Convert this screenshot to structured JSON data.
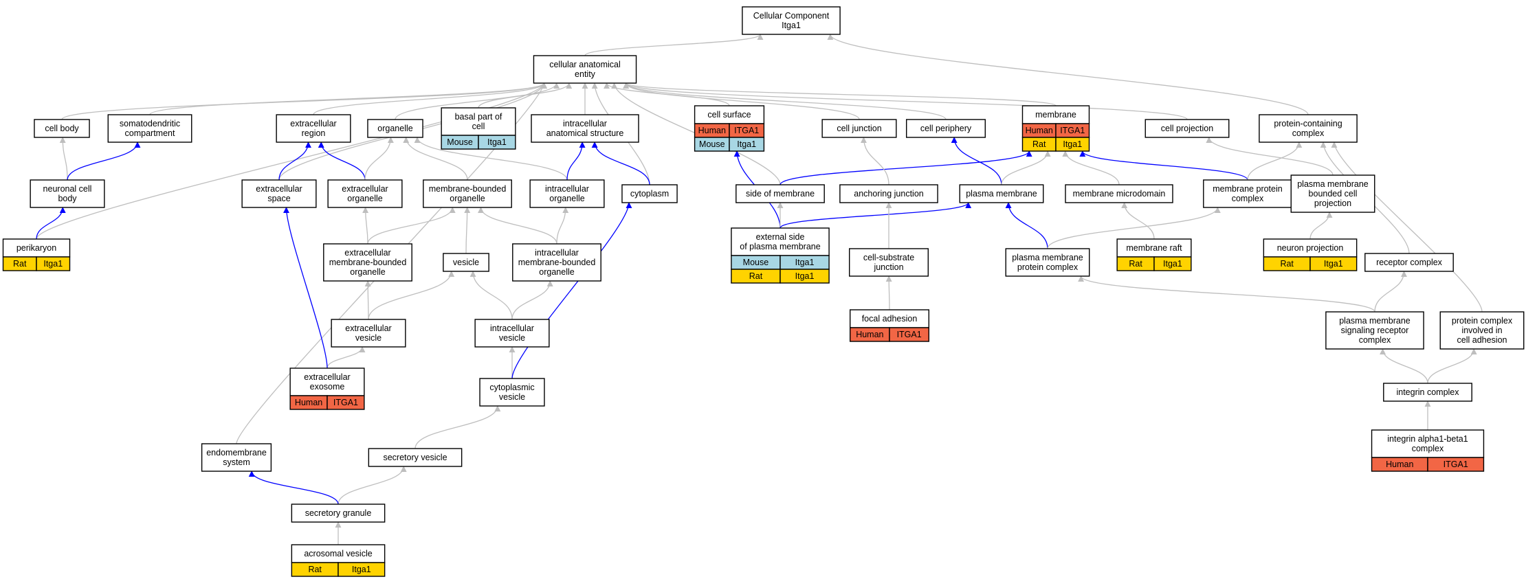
{
  "colors": {
    "Human": "#f26645",
    "Mouse": "#a8d7e4",
    "Rat": "#ffd300",
    "edge_default": "#bebebe",
    "edge_highlight": "#0000ff"
  },
  "nodes": [
    {
      "id": "root",
      "lines": [
        "Cellular Component",
        "Itga1"
      ]
    },
    {
      "id": "cae",
      "lines": [
        "cellular anatomical",
        "entity"
      ]
    },
    {
      "id": "cellbody",
      "lines": [
        "cell body"
      ]
    },
    {
      "id": "somato",
      "lines": [
        "somatodendritic",
        "compartment"
      ]
    },
    {
      "id": "extreg",
      "lines": [
        "extracellular",
        "region"
      ]
    },
    {
      "id": "organelle",
      "lines": [
        "organelle"
      ]
    },
    {
      "id": "basal",
      "lines": [
        "basal part of",
        "cell"
      ],
      "ann": [
        [
          "Mouse",
          "Itga1"
        ]
      ]
    },
    {
      "id": "ias",
      "lines": [
        "intracellular",
        "anatomical structure"
      ]
    },
    {
      "id": "cellsurf",
      "lines": [
        "cell surface"
      ],
      "ann": [
        [
          "Human",
          "ITGA1"
        ],
        [
          "Mouse",
          "Itga1"
        ]
      ]
    },
    {
      "id": "celljunc",
      "lines": [
        "cell junction"
      ]
    },
    {
      "id": "cellper",
      "lines": [
        "cell periphery"
      ]
    },
    {
      "id": "membrane",
      "lines": [
        "membrane"
      ],
      "ann": [
        [
          "Human",
          "ITGA1"
        ],
        [
          "Rat",
          "Itga1"
        ]
      ]
    },
    {
      "id": "cellproj",
      "lines": [
        "cell projection"
      ]
    },
    {
      "id": "pcc",
      "lines": [
        "protein-containing",
        "complex"
      ]
    },
    {
      "id": "ncb",
      "lines": [
        "neuronal cell",
        "body"
      ]
    },
    {
      "id": "extspace",
      "lines": [
        "extracellular",
        "space"
      ]
    },
    {
      "id": "extorg",
      "lines": [
        "extracellular",
        "organelle"
      ]
    },
    {
      "id": "mbo",
      "lines": [
        "membrane-bounded",
        "organelle"
      ]
    },
    {
      "id": "intorg",
      "lines": [
        "intracellular",
        "organelle"
      ]
    },
    {
      "id": "cytoplasm",
      "lines": [
        "cytoplasm"
      ]
    },
    {
      "id": "sidemem",
      "lines": [
        "side of membrane"
      ]
    },
    {
      "id": "anchor",
      "lines": [
        "anchoring junction"
      ]
    },
    {
      "id": "pm",
      "lines": [
        "plasma membrane"
      ]
    },
    {
      "id": "memmicro",
      "lines": [
        "membrane microdomain"
      ]
    },
    {
      "id": "mpc",
      "lines": [
        "membrane protein",
        "complex"
      ]
    },
    {
      "id": "pmbcp",
      "lines": [
        "plasma membrane",
        "bounded cell",
        "projection"
      ]
    },
    {
      "id": "perikaryon",
      "lines": [
        "perikaryon"
      ],
      "ann": [
        [
          "Rat",
          "Itga1"
        ]
      ]
    },
    {
      "id": "embo",
      "lines": [
        "extracellular",
        "membrane-bounded",
        "organelle"
      ]
    },
    {
      "id": "vesicle",
      "lines": [
        "vesicle"
      ]
    },
    {
      "id": "imbo",
      "lines": [
        "intracellular",
        "membrane-bounded",
        "organelle"
      ]
    },
    {
      "id": "extside",
      "lines": [
        "external side",
        "of plasma membrane"
      ],
      "ann": [
        [
          "Mouse",
          "Itga1"
        ],
        [
          "Rat",
          "Itga1"
        ]
      ]
    },
    {
      "id": "csj",
      "lines": [
        "cell-substrate",
        "junction"
      ]
    },
    {
      "id": "pmpc",
      "lines": [
        "plasma membrane",
        "protein complex"
      ]
    },
    {
      "id": "memraft",
      "lines": [
        "membrane raft"
      ],
      "ann": [
        [
          "Rat",
          "Itga1"
        ]
      ]
    },
    {
      "id": "neuproj",
      "lines": [
        "neuron projection"
      ],
      "ann": [
        [
          "Rat",
          "Itga1"
        ]
      ]
    },
    {
      "id": "receptor",
      "lines": [
        "receptor complex"
      ]
    },
    {
      "id": "extves",
      "lines": [
        "extracellular",
        "vesicle"
      ]
    },
    {
      "id": "intves",
      "lines": [
        "intracellular",
        "vesicle"
      ]
    },
    {
      "id": "focal",
      "lines": [
        "focal adhesion"
      ],
      "ann": [
        [
          "Human",
          "ITGA1"
        ]
      ]
    },
    {
      "id": "pmsrc",
      "lines": [
        "plasma membrane",
        "signaling receptor",
        "complex"
      ]
    },
    {
      "id": "pcica",
      "lines": [
        "protein complex",
        "involved in",
        "cell adhesion"
      ]
    },
    {
      "id": "exosome",
      "lines": [
        "extracellular",
        "exosome"
      ],
      "ann": [
        [
          "Human",
          "ITGA1"
        ]
      ]
    },
    {
      "id": "cytves",
      "lines": [
        "cytoplasmic",
        "vesicle"
      ]
    },
    {
      "id": "integrin",
      "lines": [
        "integrin complex"
      ]
    },
    {
      "id": "endomem",
      "lines": [
        "endomembrane",
        "system"
      ]
    },
    {
      "id": "secves",
      "lines": [
        "secretory vesicle"
      ]
    },
    {
      "id": "iab1",
      "lines": [
        "integrin alpha1-beta1",
        "complex"
      ],
      "ann": [
        [
          "Human",
          "ITGA1"
        ]
      ]
    },
    {
      "id": "secgran",
      "lines": [
        "secretory granule"
      ]
    },
    {
      "id": "acro",
      "lines": [
        "acrosomal vesicle"
      ],
      "ann": [
        [
          "Rat",
          "Itga1"
        ]
      ]
    }
  ],
  "edges": [
    {
      "from": "cae",
      "to": "root"
    },
    {
      "from": "pcc",
      "to": "root"
    },
    {
      "from": "cellbody",
      "to": "cae"
    },
    {
      "from": "somato",
      "to": "cae"
    },
    {
      "from": "extreg",
      "to": "cae"
    },
    {
      "from": "organelle",
      "to": "cae"
    },
    {
      "from": "basal",
      "to": "cae"
    },
    {
      "from": "ias",
      "to": "cae"
    },
    {
      "from": "cellsurf",
      "to": "cae"
    },
    {
      "from": "celljunc",
      "to": "cae"
    },
    {
      "from": "cellper",
      "to": "cae"
    },
    {
      "from": "membrane",
      "to": "cae"
    },
    {
      "from": "cellproj",
      "to": "cae"
    },
    {
      "from": "perikaryon",
      "to": "cae"
    },
    {
      "from": "extspace",
      "to": "cae"
    },
    {
      "from": "cytoplasm",
      "to": "cae"
    },
    {
      "from": "sidemem",
      "to": "cae"
    },
    {
      "from": "endomem",
      "to": "cae"
    },
    {
      "from": "ncb",
      "to": "cellbody"
    },
    {
      "from": "ncb",
      "to": "somato",
      "hl": true
    },
    {
      "from": "perikaryon",
      "to": "ncb",
      "hl": true
    },
    {
      "from": "extspace",
      "to": "extreg",
      "hl": true
    },
    {
      "from": "extorg",
      "to": "extreg",
      "hl": true
    },
    {
      "from": "extorg",
      "to": "organelle"
    },
    {
      "from": "mbo",
      "to": "organelle"
    },
    {
      "from": "intorg",
      "to": "organelle"
    },
    {
      "from": "intorg",
      "to": "ias",
      "hl": true
    },
    {
      "from": "cytoplasm",
      "to": "ias",
      "hl": true
    },
    {
      "from": "embo",
      "to": "extorg"
    },
    {
      "from": "embo",
      "to": "mbo"
    },
    {
      "from": "vesicle",
      "to": "mbo"
    },
    {
      "from": "imbo",
      "to": "mbo"
    },
    {
      "from": "imbo",
      "to": "intorg"
    },
    {
      "from": "extves",
      "to": "embo"
    },
    {
      "from": "extves",
      "to": "vesicle"
    },
    {
      "from": "intves",
      "to": "vesicle"
    },
    {
      "from": "intves",
      "to": "imbo"
    },
    {
      "from": "exosome",
      "to": "extves"
    },
    {
      "from": "exosome",
      "to": "extspace",
      "hl": true
    },
    {
      "from": "cytves",
      "to": "intves"
    },
    {
      "from": "cytves",
      "to": "cytoplasm",
      "hl": true
    },
    {
      "from": "secves",
      "to": "cytves"
    },
    {
      "from": "secgran",
      "to": "secves"
    },
    {
      "from": "secgran",
      "to": "endomem",
      "hl": true
    },
    {
      "from": "acro",
      "to": "secgran"
    },
    {
      "from": "extside",
      "to": "cellsurf",
      "hl": true
    },
    {
      "from": "extside",
      "to": "sidemem"
    },
    {
      "from": "extside",
      "to": "pm",
      "hl": true
    },
    {
      "from": "sidemem",
      "to": "membrane",
      "hl": true
    },
    {
      "from": "anchor",
      "to": "celljunc"
    },
    {
      "from": "csj",
      "to": "anchor"
    },
    {
      "from": "focal",
      "to": "csj"
    },
    {
      "from": "pm",
      "to": "cellper",
      "hl": true
    },
    {
      "from": "pm",
      "to": "membrane"
    },
    {
      "from": "memmicro",
      "to": "membrane"
    },
    {
      "from": "mpc",
      "to": "membrane",
      "hl": true
    },
    {
      "from": "mpc",
      "to": "pcc"
    },
    {
      "from": "memraft",
      "to": "memmicro"
    },
    {
      "from": "pmpc",
      "to": "pm",
      "hl": true
    },
    {
      "from": "pmpc",
      "to": "mpc"
    },
    {
      "from": "pmbcp",
      "to": "cellproj"
    },
    {
      "from": "neuproj",
      "to": "pmbcp"
    },
    {
      "from": "receptor",
      "to": "pcc"
    },
    {
      "from": "pcica",
      "to": "pcc"
    },
    {
      "from": "pmsrc",
      "to": "pmpc"
    },
    {
      "from": "pmsrc",
      "to": "receptor"
    },
    {
      "from": "integrin",
      "to": "pmsrc"
    },
    {
      "from": "integrin",
      "to": "pcica"
    },
    {
      "from": "iab1",
      "to": "integrin"
    }
  ]
}
